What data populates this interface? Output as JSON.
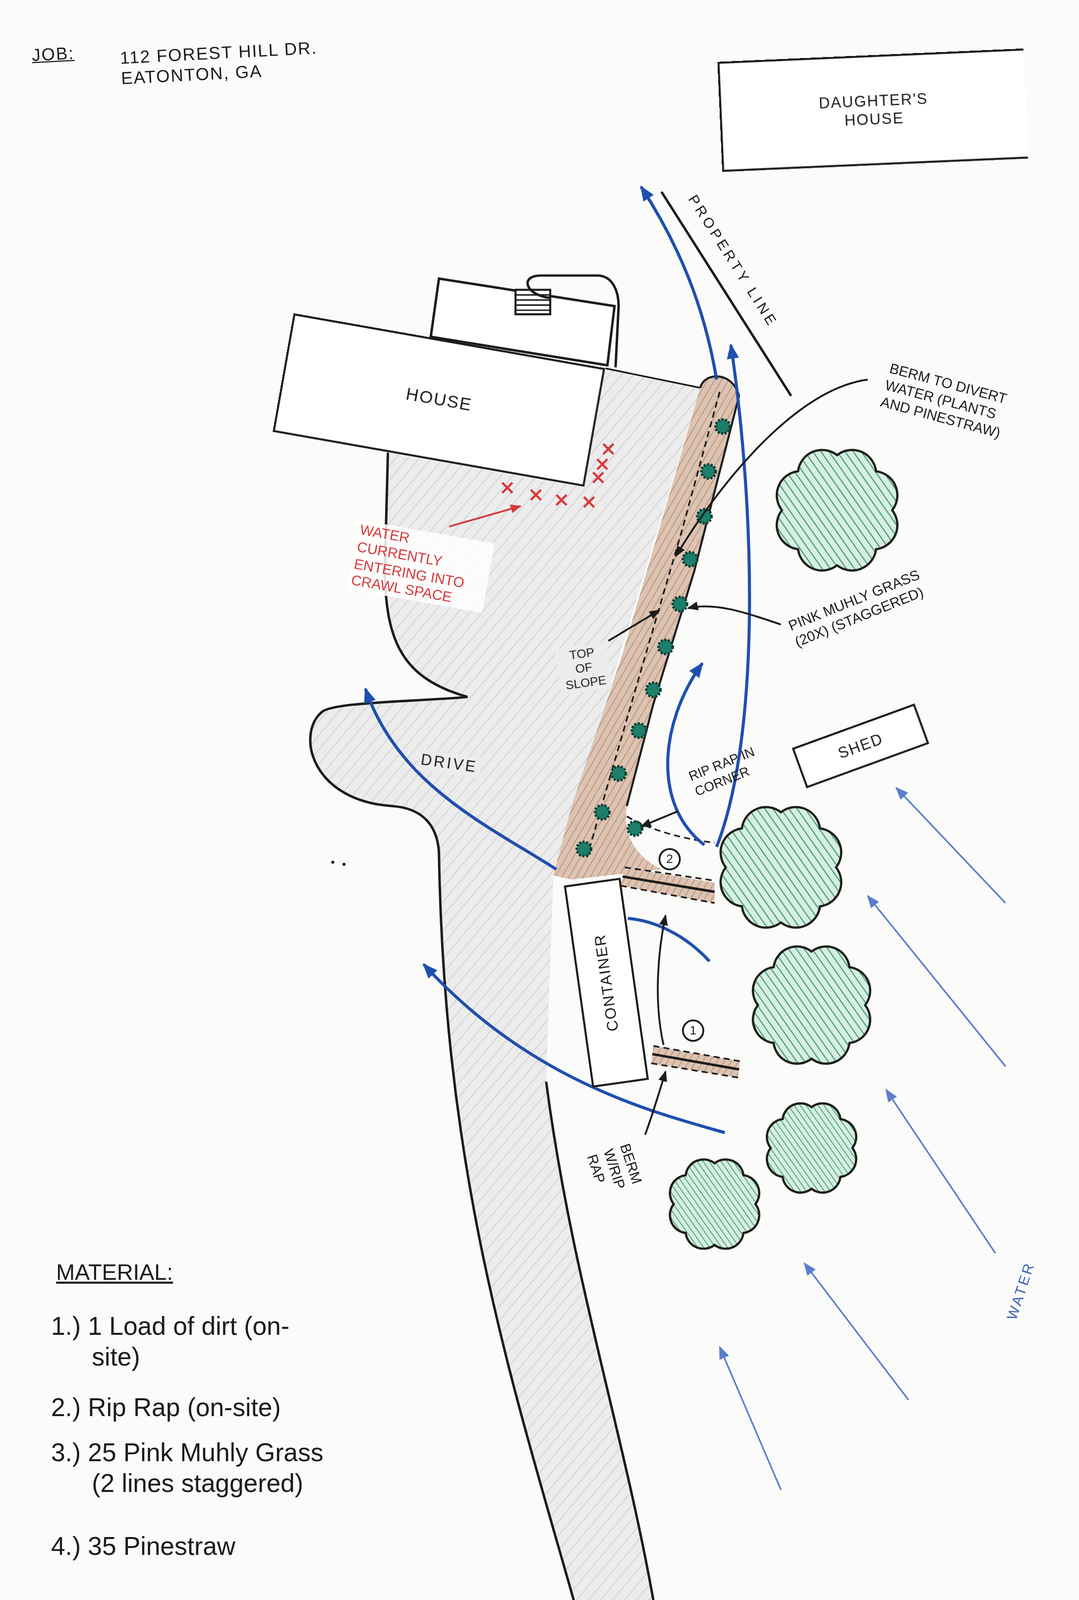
{
  "diagram": {
    "title": "112 FOREST HILL DR. EATONTON, GA",
    "nodes": [
      {
        "text": [
          "DAUGHTER'S HOUSE"
        ]
      },
      {
        "text": [
          "HOUSE"
        ]
      },
      {
        "text": [
          "SHED"
        ]
      },
      {
        "text": [
          "CONTAINER"
        ]
      }
    ],
    "labels": [
      "JOB:",
      "PROPERTY LINE",
      "BERM TO DIVERT WATER (PLANTS AND PINESTRAW)",
      "WATER CURRENTLY ENTERING INTO CRAWL SPACE",
      "PINK MUHLY GRASS (20X) (STAGGERED)",
      "TOP OF SLOPE",
      "RIP RAP IN CORNER",
      "DRIVE",
      "2",
      "1",
      "BERM W/RIP RAP",
      "WATER",
      "MATERIAL:",
      "1.) 1 Load of dirt (on-site)",
      "2.) Rip Rap (on-site)",
      "3.) 25 Pink Muhly Grass (2 lines staggered)",
      "4.) 35 Pinestraw"
    ]
  }
}
